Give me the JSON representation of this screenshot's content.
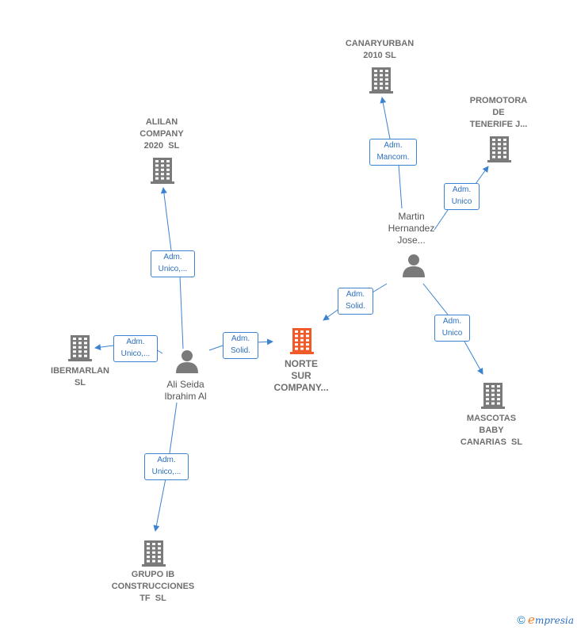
{
  "nodes": {
    "canaryurban": {
      "label": "CANARYURBAN\n2010 SL",
      "type": "company"
    },
    "promotora": {
      "label": "PROMOTORA\nDE\nTENERIFE J...",
      "type": "company"
    },
    "alilan": {
      "label": "ALILAN\nCOMPANY\n2020  SL",
      "type": "company"
    },
    "martin": {
      "label": "Martin\nHernandez\nJose...",
      "type": "person"
    },
    "ibermarlan": {
      "label": "IBERMARLAN\nSL",
      "type": "company"
    },
    "ali": {
      "label": "Ali Seida\nIbrahim Al",
      "type": "person"
    },
    "norte": {
      "label": "NORTE\nSUR\nCOMPANY...",
      "type": "focus-company"
    },
    "mascotas": {
      "label": "MASCOTAS\nBABY\nCANARIAS  SL",
      "type": "company"
    },
    "grupo": {
      "label": "GRUPO IB\nCONSTRUCCIONES\nTF  SL",
      "type": "company"
    }
  },
  "edges": {
    "martin_canaryurban": "Adm.\nMancom.",
    "martin_promotora": "Adm.\nUnico",
    "martin_norte": "Adm.\nSolid.",
    "martin_mascotas": "Adm.\nUnico",
    "ali_alilan": "Adm.\nUnico,...",
    "ali_ibermarlan": "Adm.\nUnico,...",
    "ali_norte": "Adm.\nSolid.",
    "ali_grupo": "Adm.\nUnico,..."
  },
  "colors": {
    "company": "#7a7a7a",
    "focus": "#f05a28",
    "edge": "#3b83d1"
  },
  "footer": {
    "copyright": "©",
    "brand_e": "e",
    "brand_rest": "mpresia"
  }
}
